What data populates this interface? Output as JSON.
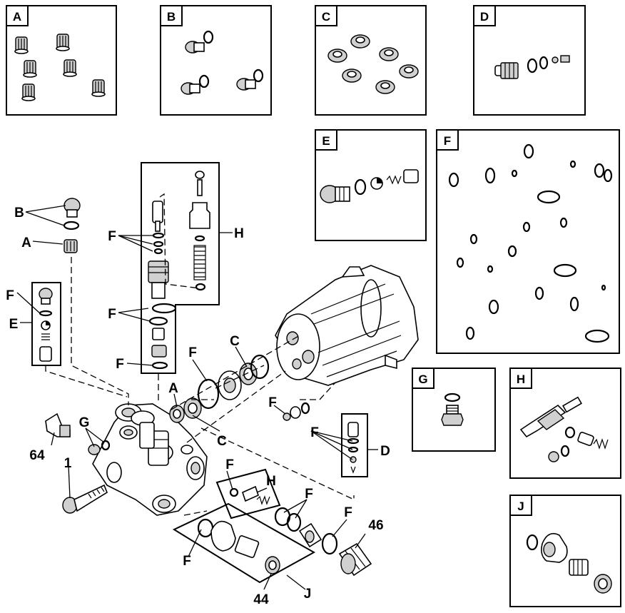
{
  "kits": [
    {
      "id": "kit-a",
      "letter": "A"
    },
    {
      "id": "kit-b",
      "letter": "B"
    },
    {
      "id": "kit-c",
      "letter": "C"
    },
    {
      "id": "kit-d",
      "letter": "D"
    },
    {
      "id": "kit-e",
      "letter": "E"
    },
    {
      "id": "kit-f",
      "letter": "F"
    },
    {
      "id": "kit-g",
      "letter": "G"
    },
    {
      "id": "kit-h",
      "letter": "H"
    },
    {
      "id": "kit-j",
      "letter": "J"
    }
  ],
  "callouts": {
    "b": "B",
    "a_top": "A",
    "f_left": "F",
    "e_left": "E",
    "f_h1": "F",
    "h_top": "H",
    "f_h2": "F",
    "f_h3": "F",
    "g": "G",
    "n64": "64",
    "n1": "1",
    "a_mid": "A",
    "f_mid": "F",
    "c_top": "C",
    "c_mid": "C",
    "f_small": "F",
    "f_d": "F",
    "d": "D",
    "f_hlow": "F",
    "h_low": "H",
    "f_low2": "F",
    "f_low3": "F",
    "n46": "46",
    "f_j": "F",
    "n44": "44",
    "j": "J"
  }
}
